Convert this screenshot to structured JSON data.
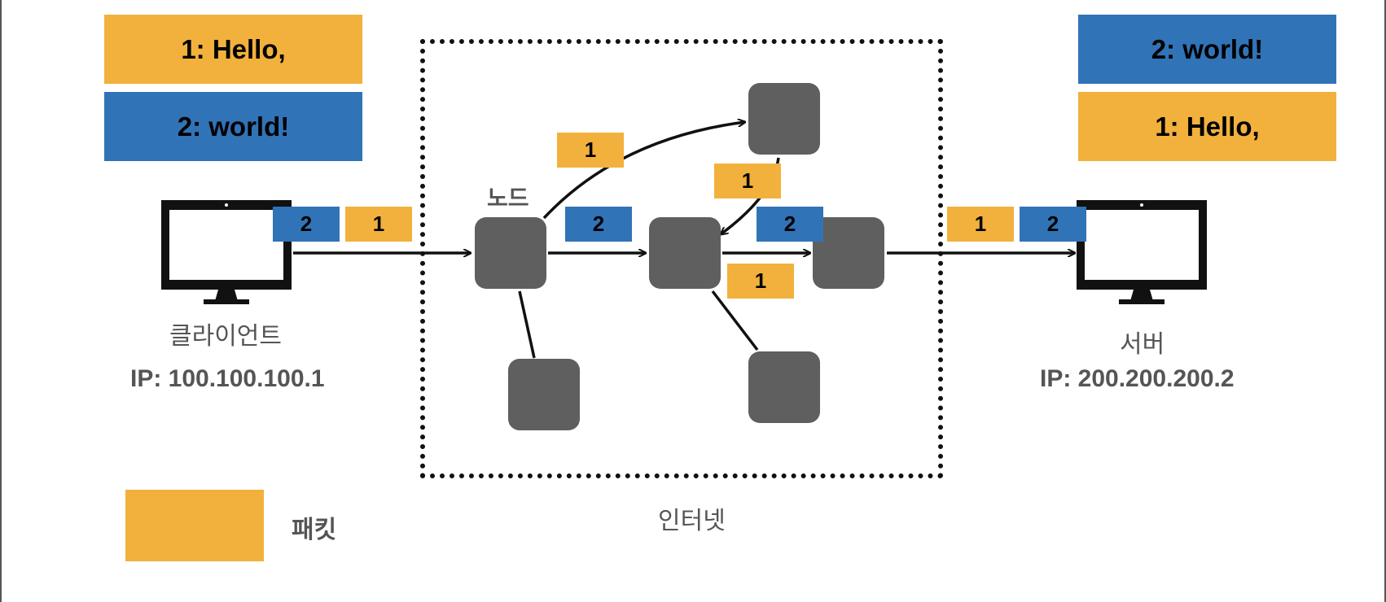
{
  "client": {
    "messages": [
      "1: Hello,",
      "2:  world!"
    ],
    "label": "클라이언트",
    "ip": "IP: 100.100.100.1"
  },
  "server": {
    "messages": [
      "2:  world!",
      "1: Hello,"
    ],
    "label": "서버",
    "ip": "IP: 200.200.200.2"
  },
  "internet_label": "인터넷",
  "node_label": "노드",
  "packets": {
    "client_out": [
      "2",
      "1"
    ],
    "server_in": [
      "1",
      "2"
    ],
    "route_upper": "1",
    "route_return": "1",
    "route_mid_blue": "2",
    "route_right_blue": "2",
    "route_lower": "1"
  },
  "legend": {
    "label": "패킷"
  },
  "colors": {
    "packet_1": "#f2b13c",
    "packet_2": "#3173b7",
    "node": "#5f5f5f"
  }
}
